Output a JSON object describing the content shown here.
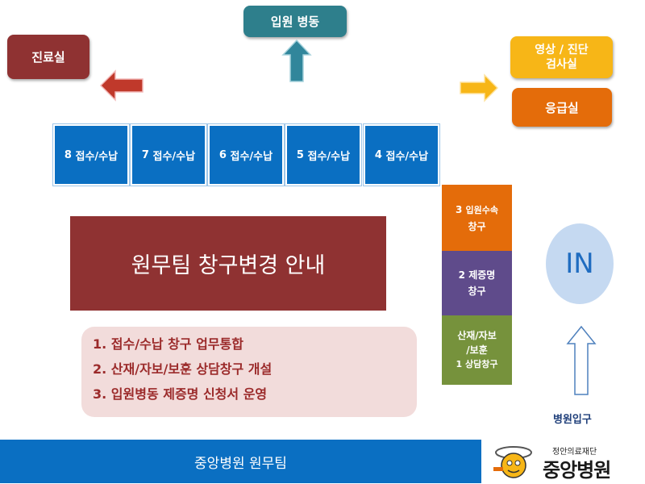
{
  "rooms": {
    "consult": "진료실",
    "inpatient_ward": "입원 병동",
    "imaging": "영상 / 진단\n검사실",
    "emergency": "응급실"
  },
  "counters": [
    {
      "num": "8",
      "label": "접수/수납"
    },
    {
      "num": "7",
      "label": "접수/수납"
    },
    {
      "num": "6",
      "label": "접수/수납"
    },
    {
      "num": "5",
      "label": "접수/수납"
    },
    {
      "num": "4",
      "label": "접수/수납"
    }
  ],
  "side_windows": {
    "admission": {
      "num": "3",
      "line1": "입원수속",
      "line2": "창구"
    },
    "certificate": {
      "num": "2",
      "line1": "제증명",
      "line2": "창구"
    },
    "consulting": {
      "line1": "산재/자보",
      "line2": "/보훈",
      "num": "1",
      "line3": "상담창구"
    }
  },
  "main_title": "원무팀 창구변경 안내",
  "notice_items": [
    "1. 접수/수납 창구 업무통합",
    "2. 산재/자보/보훈 상담창구 개설",
    "3. 입원병동 제증명 신청서 운영"
  ],
  "in_label": "IN",
  "entrance_label": "병원입구",
  "footer_label": "중앙병원 원무팀",
  "logo": {
    "foundation": "정안의료재단",
    "name": "중앙병원"
  },
  "colors": {
    "maroon": "#8f3232",
    "teal": "#2e7f8c",
    "yellow": "#f7b617",
    "orange": "#e46c0a",
    "blue": "#0a6fc2",
    "purple": "#5f4b8b",
    "green": "#76923c",
    "notice_bg": "#f2dcdb",
    "in_circle": "#c5d9f1"
  }
}
